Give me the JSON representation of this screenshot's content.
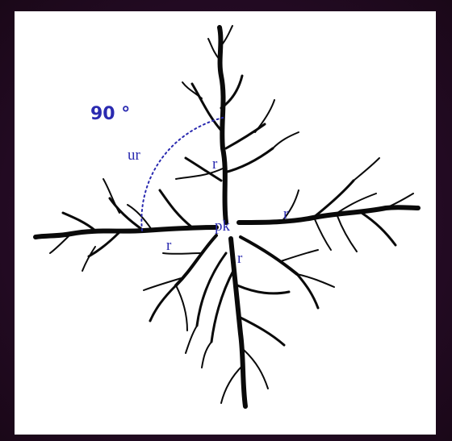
{
  "figure": {
    "background_color": "#ffffff",
    "frame_background_color": "#2a0d2a",
    "branch_color": "#0a0a0a",
    "label_color": "#2a2ab0",
    "angle_marker": {
      "text": "90 °",
      "color": "#2a2ab0"
    },
    "labels": {
      "soma": "pk",
      "upper_root": "ur",
      "root_label": "r"
    },
    "icon": "dendritic-neuron-drawing"
  }
}
